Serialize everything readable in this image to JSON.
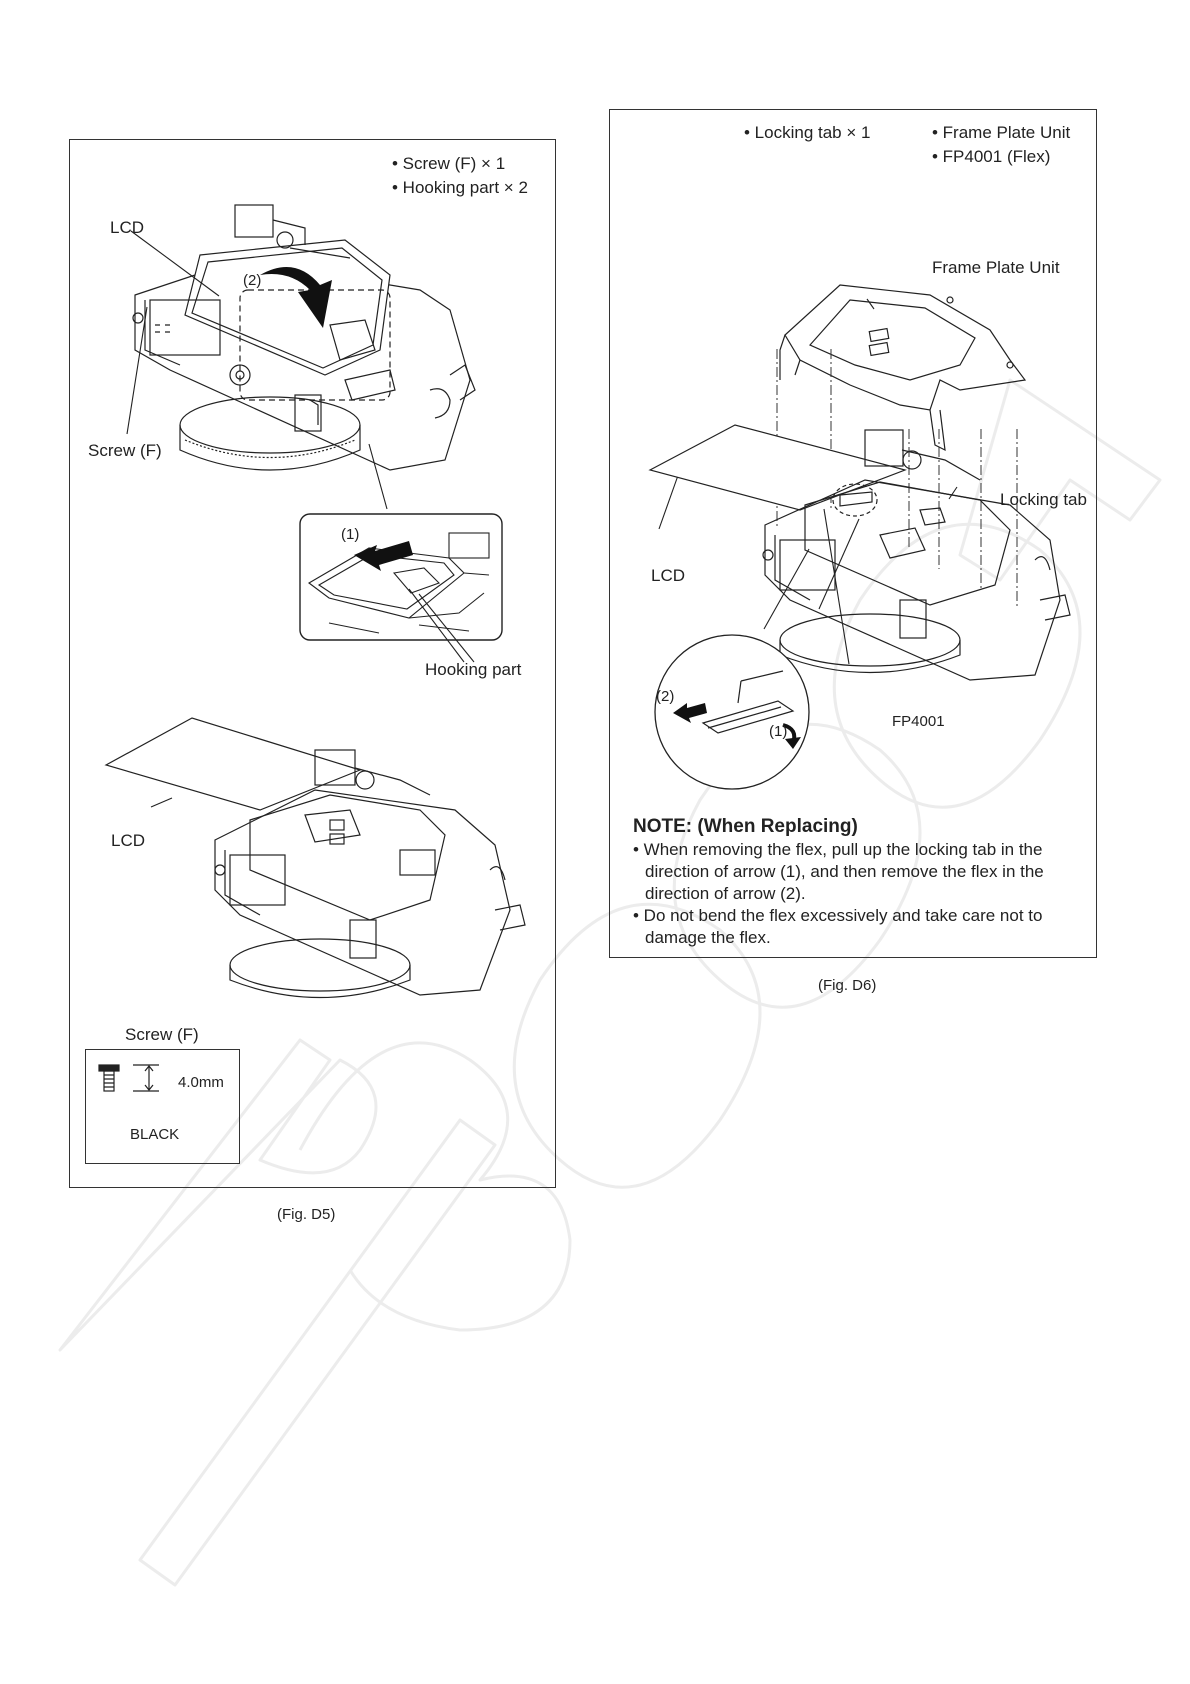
{
  "fig_d5": {
    "parts": [
      "• Screw (F) × 1",
      "• Hooking part × 2"
    ],
    "labels": {
      "lcd_top": "LCD",
      "step2": "(2)",
      "screw_f": "Screw (F)",
      "step1": "(1)",
      "hooking_part": "Hooking part",
      "lcd_bottom": "LCD"
    },
    "screw_spec": {
      "title": "Screw (F)",
      "length": "4.0mm",
      "color": "BLACK"
    },
    "caption": "(Fig. D5)"
  },
  "fig_d6": {
    "parts_left": "• Locking tab × 1",
    "parts_right": [
      "• Frame Plate Unit",
      "• FP4001 (Flex)"
    ],
    "labels": {
      "frame_plate_unit": "Frame Plate Unit",
      "locking_tab": "Locking tab",
      "lcd": "LCD",
      "step2": "(2)",
      "step1": "(1)",
      "fp4001": "FP4001"
    },
    "note": {
      "title": "NOTE: (When Replacing)",
      "lines": [
        "• When removing the flex, pull up the locking tab in the",
        "direction of arrow (1), and then remove the flex in the",
        "direction of arrow (2).",
        "• Do not bend the flex excessively and take care not to",
        "damage the flex."
      ]
    },
    "caption": "(Fig. D6)"
  }
}
